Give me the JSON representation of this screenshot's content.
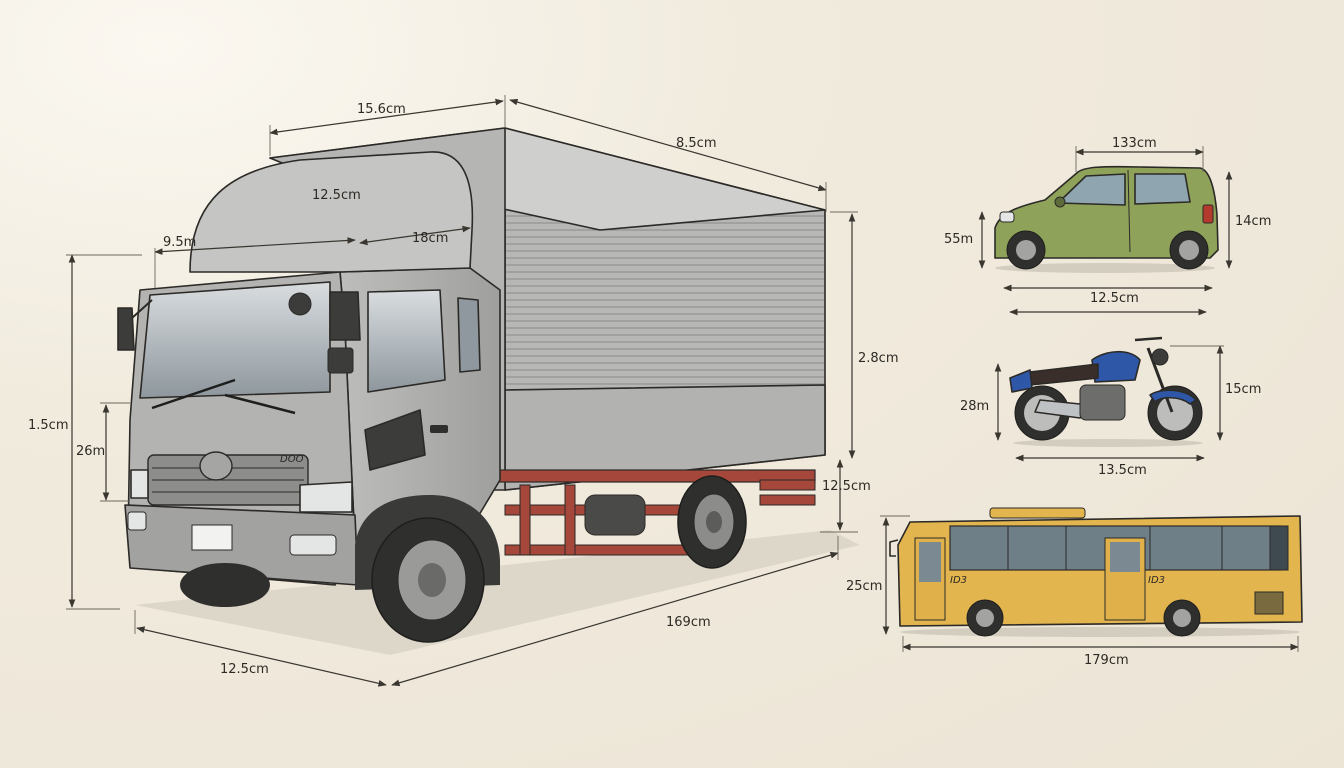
{
  "colors": {
    "paper": "#efe9dc",
    "truck_body": "#b9b9b7",
    "truck_chassis": "#a5473a",
    "car": "#8fa25a",
    "motorcycle_tank": "#2e57a8",
    "bus": "#e3b54f",
    "ink": "#2c2a27"
  },
  "truck": {
    "dims": {
      "cab_top_length": "15.6cm",
      "box_length": "8.5cm",
      "roof_fairing": "12.5cm",
      "cab_width": "9.5m",
      "roof_depth": "18cm",
      "overall_height": "1.5cm",
      "grille_height": "26m",
      "box_height": "2.8cm",
      "box_floor_height": "12.5cm",
      "front_width": "12.5cm",
      "side_length": "169cm"
    },
    "cab_badge": "DOO"
  },
  "car": {
    "dims": {
      "length": "133cm",
      "height": "14cm",
      "ground_height": "55m",
      "wheelbase": "12.5cm"
    }
  },
  "motorcycle": {
    "dims": {
      "seat_height": "28m",
      "height": "15cm",
      "length": "13.5cm"
    }
  },
  "bus": {
    "dims": {
      "height": "25cm",
      "length": "179cm"
    },
    "side_mark_left": "ID3",
    "side_mark_right": "ID3"
  }
}
